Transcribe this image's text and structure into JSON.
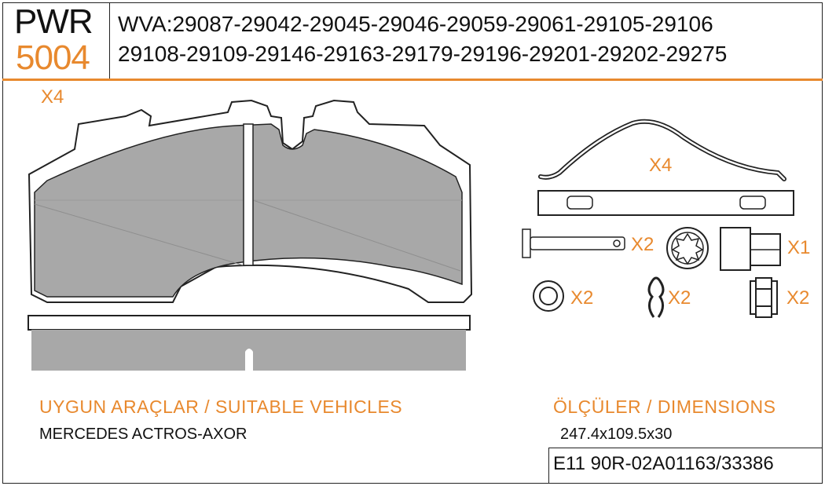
{
  "header": {
    "brand": "PWR",
    "code": "5004",
    "wva_line1": "WVA:29087-29042-29045-29046-29059-29061-29105-29106",
    "wva_line2": "29108-29109-29146-29163-29179-29196-29201-29202-29275"
  },
  "pad": {
    "quantity": "X4"
  },
  "accessories": {
    "spring_qty": "X4",
    "pin_qty": "X2",
    "sensor_qty": "X1",
    "washer_qty": "X2",
    "clip_qty": "X2",
    "bushing_qty": "X2"
  },
  "vehicles": {
    "title": "UYGUN ARAÇLAR / SUITABLE VEHICLES",
    "list": "MERCEDES ACTROS-AXOR"
  },
  "dimensions": {
    "title": "ÖLÇÜLER / DIMENSIONS",
    "value": "247.4x109.5x30"
  },
  "certification": "E11 90R-02A01163/33386",
  "colors": {
    "accent": "#e8892e",
    "pad_fill": "#a8a8a8",
    "line": "#222222"
  }
}
